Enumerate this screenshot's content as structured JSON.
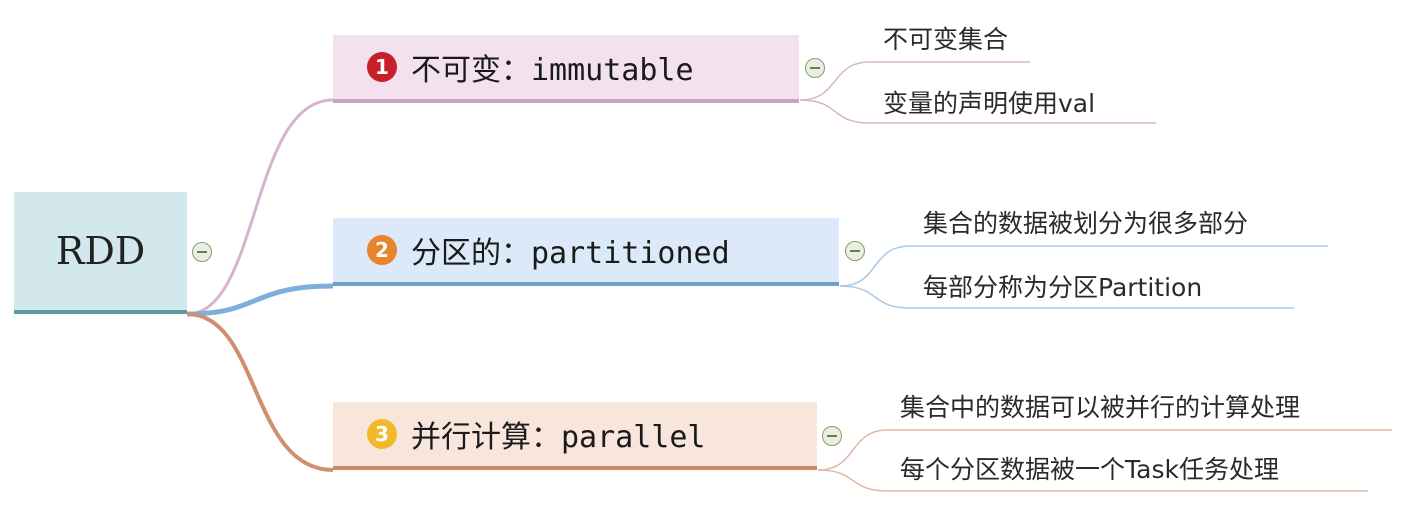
{
  "root": {
    "label": "RDD"
  },
  "branches": [
    {
      "number": "1",
      "label": "不可变：immutable",
      "badge_color": "#c8202a",
      "line_color": "#d7b4cd",
      "children": [
        "不可变集合",
        "变量的声明使用val"
      ]
    },
    {
      "number": "2",
      "label": "分区的：partitioned",
      "badge_color": "#e8842e",
      "line_color": "#7eaedc",
      "children": [
        "集合的数据被划分为很多部分",
        "每部分称为分区Partition"
      ]
    },
    {
      "number": "3",
      "label": "并行计算：parallel",
      "badge_color": "#f0b82a",
      "line_color": "#cf8f70",
      "children": [
        "集合中的数据可以被并行的计算处理",
        "每个分区数据被一个Task任务处理"
      ]
    }
  ],
  "colors": {
    "root_fill": "#d3e8ec",
    "root_underline": "#5f9aa7",
    "collapse_icon": "minus-circle-icon"
  }
}
